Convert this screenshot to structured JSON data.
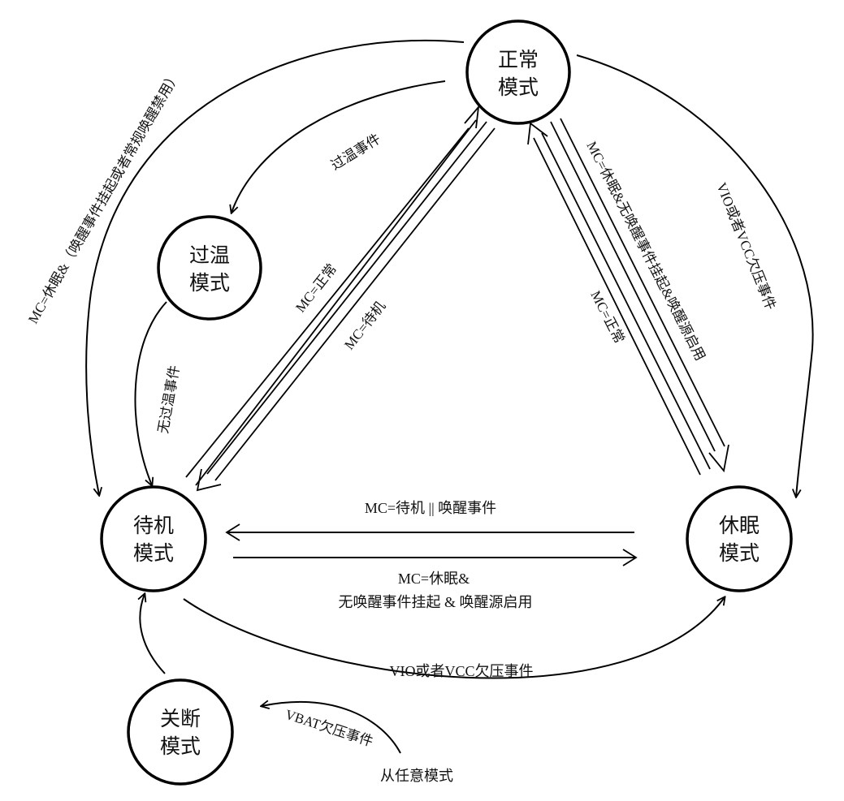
{
  "nodes": {
    "normal": {
      "line1": "正常",
      "line2": "模式"
    },
    "overheat": {
      "line1": "过温",
      "line2": "模式"
    },
    "standby": {
      "line1": "待机",
      "line2": "模式"
    },
    "sleep": {
      "line1": "休眠",
      "line2": "模式"
    },
    "shutdown": {
      "line1": "关断",
      "line2": "模式"
    }
  },
  "edges": {
    "normal_to_standby_outer": "MC=休眠&（唤醒事件挂起或者常规唤醒禁用）",
    "normal_to_overheat": "过温事件",
    "overheat_to_standby": "无过温事件",
    "standby_to_normal": "MC=正常",
    "normal_to_standby": "MC=待机",
    "normal_to_sleep": "MC=休眠&无唤醒事件挂起&唤醒源启用",
    "sleep_to_normal": "MC=正常",
    "normal_to_sleep_outer": "VIO或者VCC欠压事件",
    "sleep_to_standby": "MC=待机  ||  唤醒事件",
    "standby_to_sleep_line1": "MC=休眠&",
    "standby_to_sleep_line2": "无唤醒事件挂起 & 唤醒源启用",
    "standby_to_sleep_curve": "VIO或者VCC欠压事件",
    "any_to_shutdown": "VBAT欠压事件",
    "any_mode": "从任意模式"
  }
}
